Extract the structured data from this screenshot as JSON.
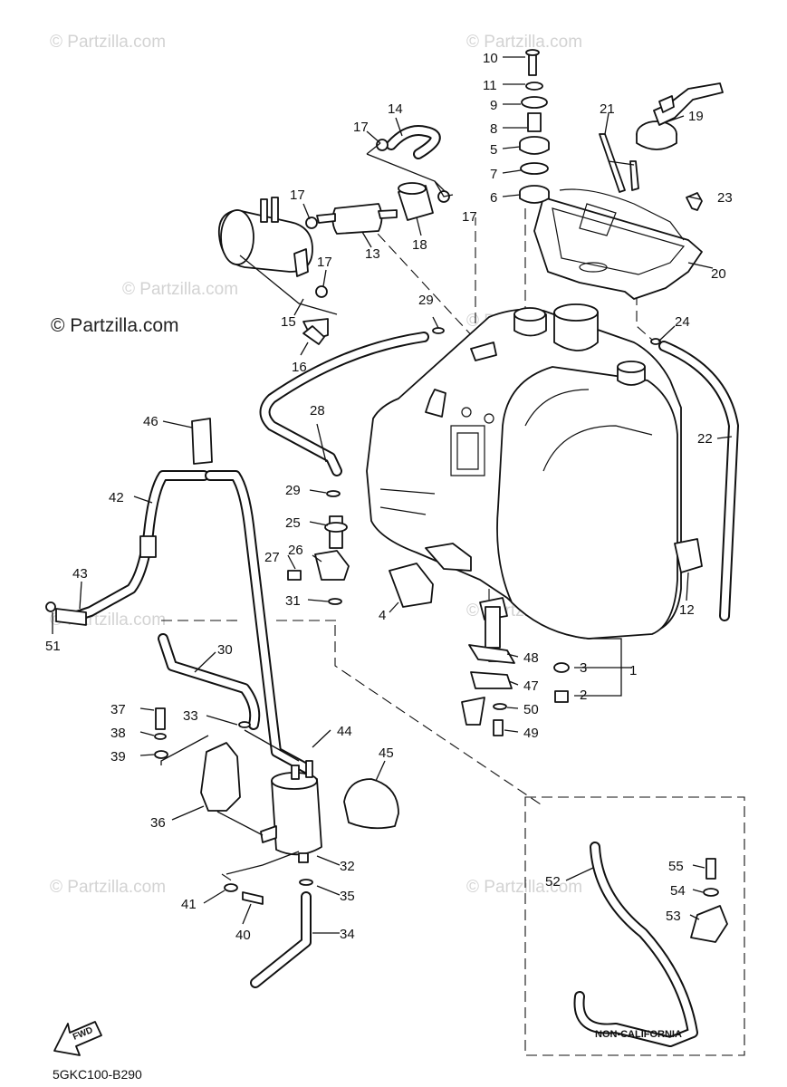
{
  "watermarks": [
    "© Partzilla.com",
    "© Partzilla.com",
    "© Partzilla.com",
    "© Partzilla.com",
    "© Partzilla.com",
    "© Partzilla.com",
    "© Partzilla.com",
    "© Partzilla.com"
  ],
  "main_watermark": "© Partzilla.com",
  "diagram_code": "5GKC100-B290",
  "region_note": "NON-CALIFORNIA",
  "direction_label": "FWD",
  "callouts": [
    "1",
    "2",
    "3",
    "4",
    "5",
    "6",
    "7",
    "8",
    "9",
    "10",
    "11",
    "12",
    "13",
    "14",
    "15",
    "16",
    "17",
    "17",
    "17",
    "17",
    "17",
    "18",
    "19",
    "20",
    "21",
    "22",
    "23",
    "24",
    "25",
    "26",
    "27",
    "28",
    "29",
    "29",
    "30",
    "31",
    "32",
    "33",
    "34",
    "35",
    "36",
    "37",
    "38",
    "39",
    "40",
    "41",
    "42",
    "43",
    "44",
    "45",
    "46",
    "47",
    "48",
    "49",
    "50",
    "51",
    "52",
    "53",
    "54",
    "55"
  ]
}
